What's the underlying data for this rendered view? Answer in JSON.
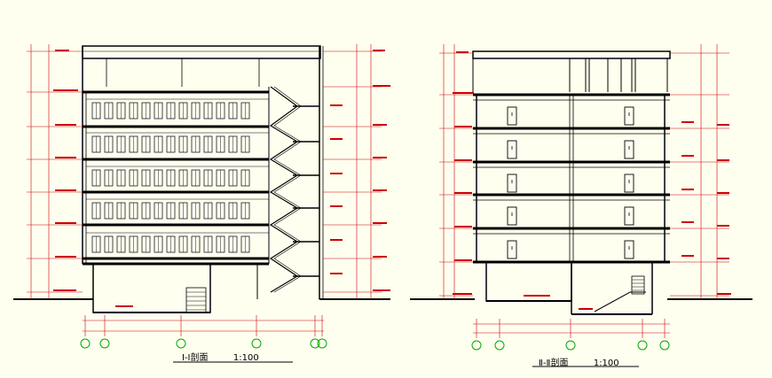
{
  "sections": [
    {
      "id": "I-I",
      "title": "Ⅰ-Ⅰ剖面",
      "scale": "1:100"
    },
    {
      "id": "II-II",
      "title": "Ⅱ-Ⅱ剖面",
      "scale": "1:100"
    }
  ],
  "colors": {
    "background": "#fffff0",
    "structure": "#000000",
    "dimension": "#cc0000",
    "window": "#1a1a1a",
    "axis": "#00aa00",
    "ground": "#000000"
  }
}
